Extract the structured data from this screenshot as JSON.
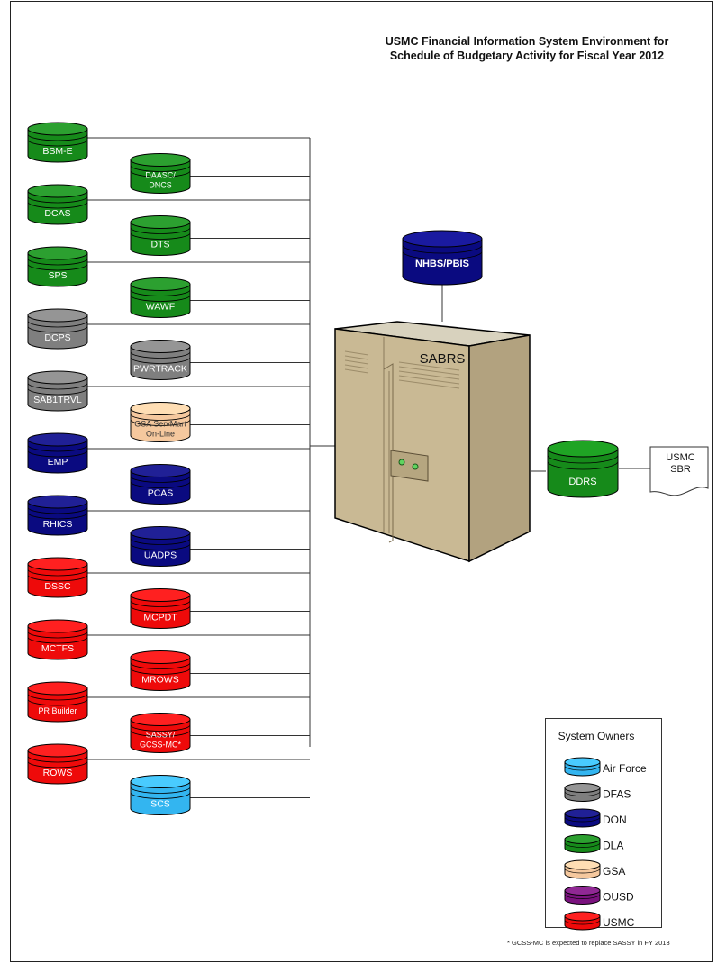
{
  "diagram": {
    "title_line1": "USMC Financial Information System Environment for",
    "title_line2": "Schedule of Budgetary Activity for Fiscal Year 2012",
    "hub_label": "SABRS",
    "top_db": "NHBS/PBIS",
    "right_db": "DDRS",
    "output_doc_line1": "USMC",
    "output_doc_line2": "SBR",
    "footnote": "* GCSS-MC is expected to replace SASSY in FY 2013",
    "systems": [
      {
        "id": "bsm-e",
        "lines": [
          "BSM-E"
        ],
        "owner": "DLA",
        "col": "left"
      },
      {
        "id": "daasc",
        "lines": [
          "DAASC/",
          "DNCS"
        ],
        "owner": "DLA",
        "col": "right"
      },
      {
        "id": "dcas",
        "lines": [
          "DCAS"
        ],
        "owner": "DLA",
        "col": "left"
      },
      {
        "id": "dts",
        "lines": [
          "DTS"
        ],
        "owner": "DLA",
        "col": "right"
      },
      {
        "id": "sps",
        "lines": [
          "SPS"
        ],
        "owner": "DLA",
        "col": "left"
      },
      {
        "id": "wawf",
        "lines": [
          "WAWF"
        ],
        "owner": "DLA",
        "col": "right"
      },
      {
        "id": "dcps",
        "lines": [
          "DCPS"
        ],
        "owner": "DFAS",
        "col": "left"
      },
      {
        "id": "pwrtrack",
        "lines": [
          "PWRTRACK"
        ],
        "owner": "DFAS",
        "col": "right"
      },
      {
        "id": "sab1trvl",
        "lines": [
          "SAB1TRVL"
        ],
        "owner": "DFAS",
        "col": "left"
      },
      {
        "id": "gsa",
        "lines": [
          "GSA ServMart",
          "On-Line"
        ],
        "owner": "GSA",
        "col": "right"
      },
      {
        "id": "emp",
        "lines": [
          "EMP"
        ],
        "owner": "DON",
        "col": "left"
      },
      {
        "id": "pcas",
        "lines": [
          "PCAS"
        ],
        "owner": "DON",
        "col": "right"
      },
      {
        "id": "rhics",
        "lines": [
          "RHICS"
        ],
        "owner": "DON",
        "col": "left"
      },
      {
        "id": "uadps",
        "lines": [
          "UADPS"
        ],
        "owner": "DON",
        "col": "right"
      },
      {
        "id": "dssc",
        "lines": [
          "DSSC"
        ],
        "owner": "USMC",
        "col": "left"
      },
      {
        "id": "mcpdt",
        "lines": [
          "MCPDT"
        ],
        "owner": "USMC",
        "col": "right"
      },
      {
        "id": "mctfs",
        "lines": [
          "MCTFS"
        ],
        "owner": "USMC",
        "col": "left"
      },
      {
        "id": "mrows",
        "lines": [
          "MROWS"
        ],
        "owner": "USMC",
        "col": "right"
      },
      {
        "id": "pr-builder",
        "lines": [
          "PR Builder"
        ],
        "owner": "USMC",
        "col": "left"
      },
      {
        "id": "sassy",
        "lines": [
          "SASSY/",
          "GCSS-MC*"
        ],
        "owner": "USMC",
        "col": "right"
      },
      {
        "id": "rows",
        "lines": [
          "ROWS"
        ],
        "owner": "USMC",
        "col": "left"
      },
      {
        "id": "scs",
        "lines": [
          "SCS"
        ],
        "owner": "Air Force",
        "col": "right"
      }
    ],
    "legend": {
      "title": "System Owners",
      "items": [
        {
          "label": "Air Force",
          "color": "#33b5f0"
        },
        {
          "label": "DFAS",
          "color": "#7f7f7f"
        },
        {
          "label": "DON",
          "color": "#0a0a80"
        },
        {
          "label": "DLA",
          "color": "#168a1a"
        },
        {
          "label": "GSA",
          "color": "#f5c89e"
        },
        {
          "label": "OUSD",
          "color": "#7a127e"
        },
        {
          "label": "USMC",
          "color": "#ee0a0a"
        }
      ]
    },
    "owner_colors": {
      "Air Force": "#33b5f0",
      "DFAS": "#7f7f7f",
      "DON": "#0a0a80",
      "DLA": "#168a1a",
      "GSA": "#f5c89e",
      "OUSD": "#7a127e",
      "USMC": "#ee0a0a"
    }
  }
}
